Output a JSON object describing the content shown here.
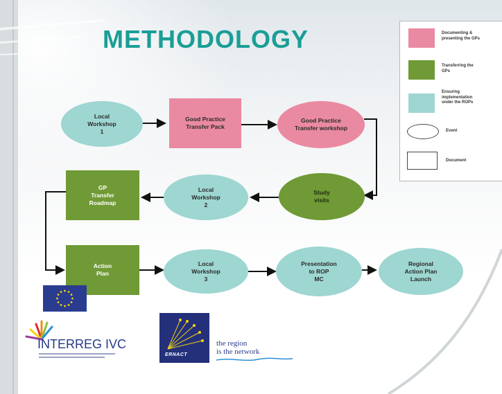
{
  "title": "METHODOLOGY",
  "nodes": {
    "local_workshop_1": "Local\nWorkshop\n1",
    "gp_transfer_pack": "Good Practice\nTransfer Pack",
    "gp_transfer_workshop": "Good Practice\nTransfer workshop",
    "study_visits": "Study\nvisits",
    "local_workshop_2": "Local\nWorkshop\n2",
    "gp_transfer_roadmap": "GP\nTransfer\nRoadmap",
    "action_plan": "Action\nPlan",
    "local_workshop_3": "Local\nWorkshop\n3",
    "presentation_rop_mc": "Presentation\nto ROP\nMC",
    "regional_action_plan": "Regional\nAction Plan\nLaunch"
  },
  "legend": {
    "documenting": "Documenting &\npresenting the GPs",
    "transferring": "Transferring the\nGPs",
    "ensuring": "Ensuring\nimplementation\nunder the ROPs",
    "event": "Event",
    "document": "Document"
  },
  "logos": {
    "interreg": "INTERREG IVC",
    "ernact": "ERNACT",
    "tagline_1": "the region",
    "tagline_2": "is the network"
  },
  "colors": {
    "teal": "#9ed6d1",
    "pink": "#ea8aa2",
    "green": "#6f9a35",
    "title": "#1a9e96"
  }
}
